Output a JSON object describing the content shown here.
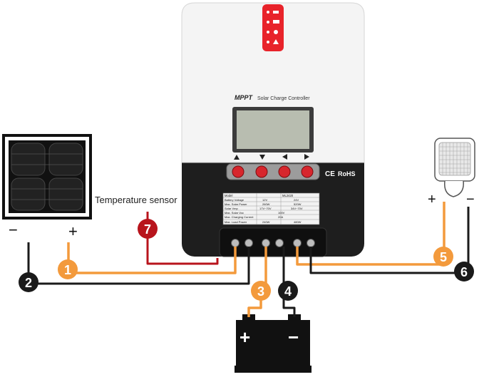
{
  "controller": {
    "brand": "MPPT",
    "title": "Solar Charge Controller",
    "marks": {
      "ce": "CE",
      "rohs": "RoHS"
    },
    "spec_table": {
      "header": [
        "Model",
        "",
        "ML2420"
      ],
      "rows": [
        [
          "Battery Voltage",
          "12V",
          "24V"
        ],
        [
          "Max. Solar Power",
          "260W",
          "520W"
        ],
        [
          "Solar Vmp",
          "17V~70V",
          "34V~70V"
        ],
        [
          "Max. Solar Voc",
          "100V",
          ""
        ],
        [
          "Max. Charging Current",
          "20A",
          ""
        ],
        [
          "Max. Load Power",
          "240W",
          "480W"
        ]
      ]
    }
  },
  "labels": {
    "temperature_sensor": "Temperature sensor",
    "panel_minus": "−",
    "panel_plus": "+",
    "lamp_plus": "+",
    "lamp_minus": "−",
    "battery_plus": "+",
    "battery_minus": "−"
  },
  "markers": [
    "1",
    "2",
    "3",
    "4",
    "5",
    "6",
    "7"
  ],
  "colors": {
    "orange": "#f39a3c",
    "black": "#1a1a1a",
    "red": "#b8141c",
    "status_red": "#e8232a"
  }
}
